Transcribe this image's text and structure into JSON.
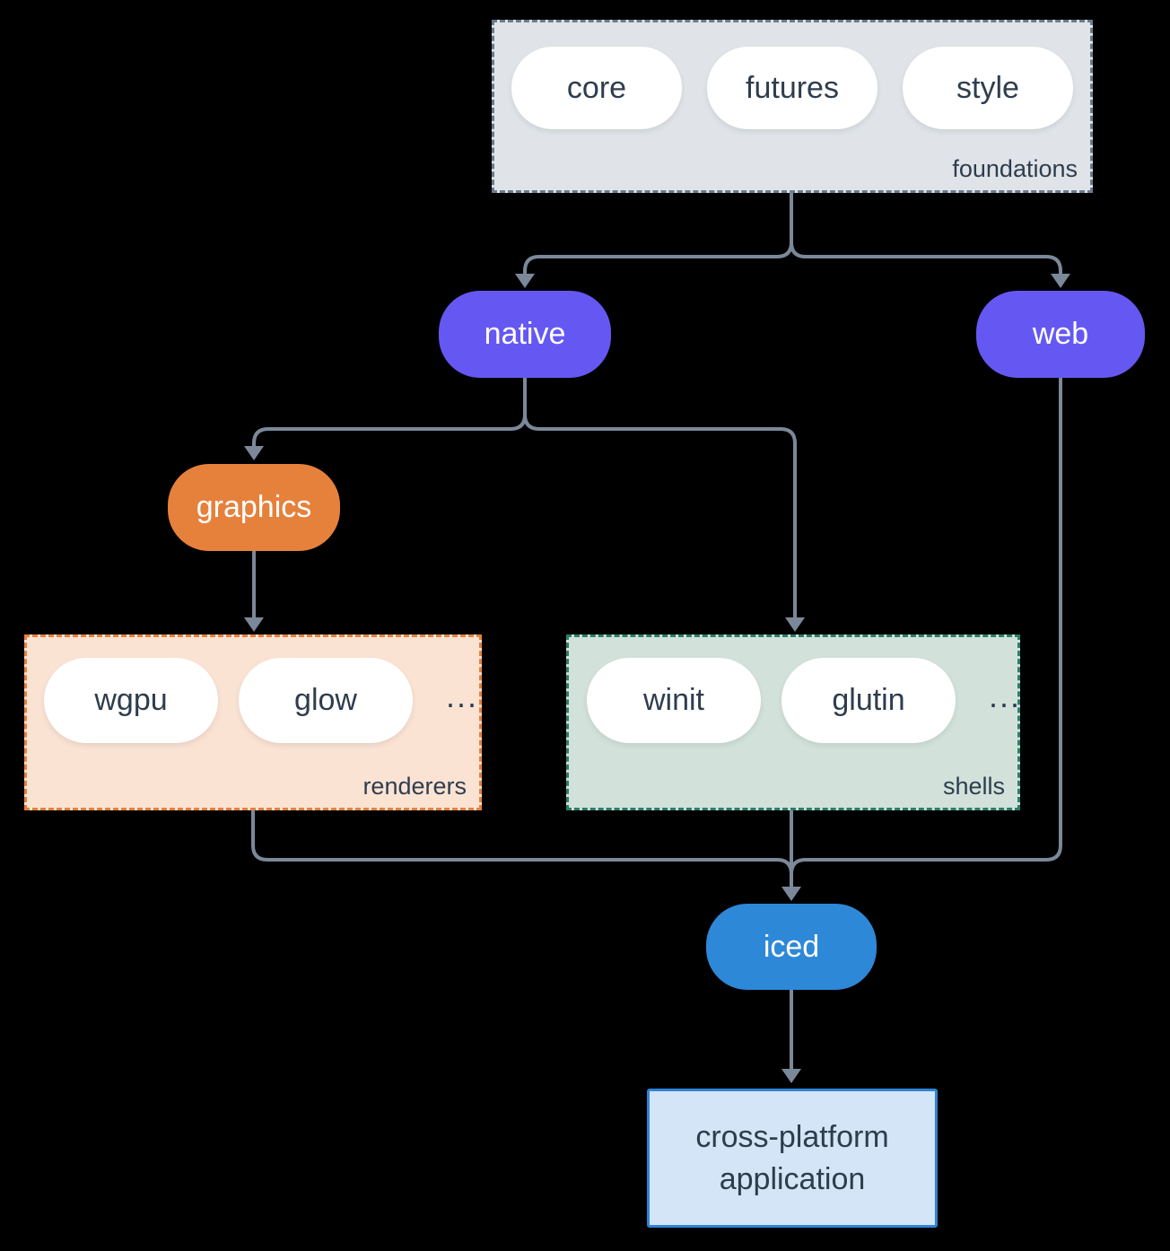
{
  "colors": {
    "background": "#000000",
    "line": "#7b8899",
    "text-dark": "#2e3d4e",
    "node-text": "#ffffff",
    "pill-fill": "#ffffff",
    "purple": "#6558f2",
    "orange": "#e6813c",
    "blue": "#2e88d8",
    "foundations-fill": "#e0e4e8",
    "foundations-border": "#6b7a8e",
    "renderers-fill": "#fbe3d3",
    "renderers-border": "#e6813c",
    "shells-fill": "#d2e2da",
    "shells-border": "#2a7f68",
    "app-fill": "#d4e5f7",
    "app-border": "#2f83d6"
  },
  "groups": {
    "foundations": {
      "label": "foundations",
      "items": [
        "core",
        "futures",
        "style"
      ]
    },
    "renderers": {
      "label": "renderers",
      "items": [
        "wgpu",
        "glow"
      ],
      "ellipsis": "..."
    },
    "shells": {
      "label": "shells",
      "items": [
        "winit",
        "glutin"
      ],
      "ellipsis": "..."
    }
  },
  "nodes": {
    "native": "native",
    "web": "web",
    "graphics": "graphics",
    "iced": "iced"
  },
  "app": {
    "line1": "cross-platform",
    "line2": "application"
  }
}
